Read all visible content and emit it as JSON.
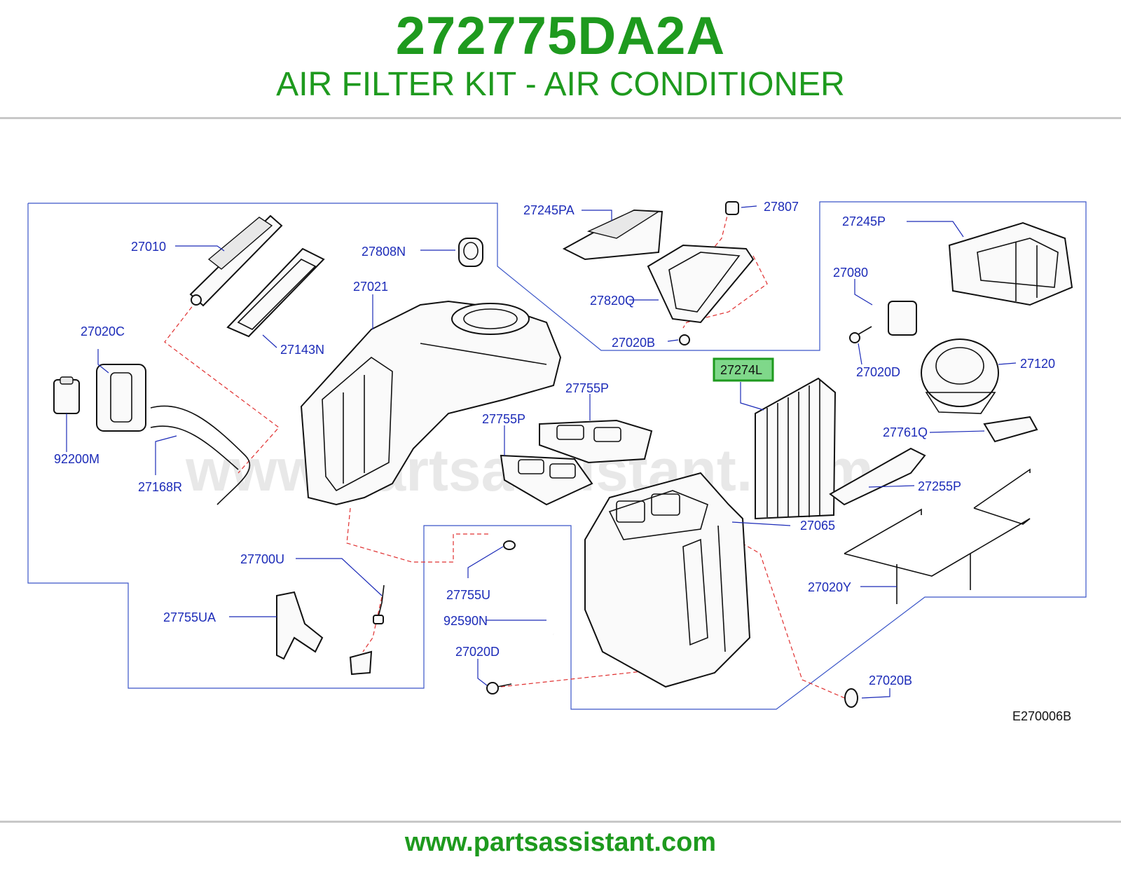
{
  "header": {
    "part_number": "272775DA2A",
    "title": "AIR FILTER KIT - AIR CONDITIONER"
  },
  "diagram": {
    "watermark": "www.partsassistant.com",
    "highlighted_part": "27274L",
    "code": "E270006B",
    "labels": [
      "27010",
      "27808N",
      "27021",
      "27143N",
      "27020C",
      "92200M",
      "27168R",
      "27245PA",
      "27807",
      "27820Q",
      "27020B",
      "27245P",
      "27080",
      "27020D",
      "27274L",
      "27120",
      "27755P",
      "27755P",
      "27761Q",
      "27255P",
      "27065",
      "27700U",
      "27755U",
      "27755UA",
      "92590N",
      "27020D",
      "27020Y",
      "27020B"
    ]
  },
  "footer": {
    "url": "www.partsassistant.com"
  },
  "colors": {
    "brand_green": "#1e9a1e",
    "label_blue": "#1c2bb8",
    "highlight_fill": "#7fd88a",
    "highlight_border": "#1e9a1e",
    "leader_dash": "#e03030"
  }
}
